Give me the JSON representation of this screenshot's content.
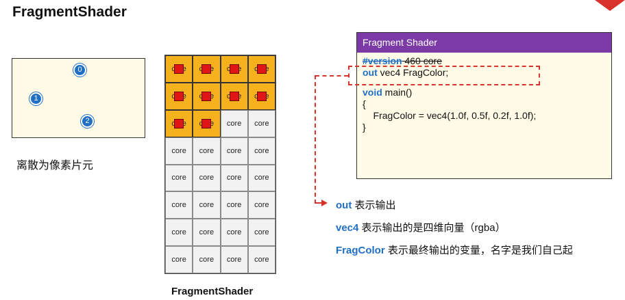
{
  "page": {
    "title": "FragmentShader"
  },
  "raster": {
    "vertices": [
      "0",
      "1",
      "2"
    ],
    "caption": "离散为像素片元"
  },
  "grid": {
    "rows": 8,
    "cols": 4,
    "cell_label": "core",
    "active_cells": 10,
    "caption": "FragmentShader"
  },
  "shader": {
    "title": "Fragment Shader",
    "lines": {
      "version_kw": "#version",
      "version_rest": " 460 core",
      "out_kw": "out",
      "out_rest": " vec4 FragColor;",
      "void_kw": "void",
      "void_rest": " main()",
      "open_brace": "{",
      "body": "    FragColor = vec4(1.0f, 0.5f, 0.2f, 1.0f);",
      "close_brace": "}"
    }
  },
  "notes": [
    {
      "kw": "out",
      "text": " 表示输出"
    },
    {
      "kw": "vec4",
      "text": " 表示输出的是四维向量（rgba）"
    },
    {
      "kw": "FragColor",
      "text": " 表示最终输出的变量，名字是我们自己起"
    }
  ],
  "colors": {
    "accent_red": "#d9322b",
    "header_purple": "#7b3aa6",
    "keyword_blue": "#1f6fc5",
    "active_cell": "#f5b21d"
  }
}
